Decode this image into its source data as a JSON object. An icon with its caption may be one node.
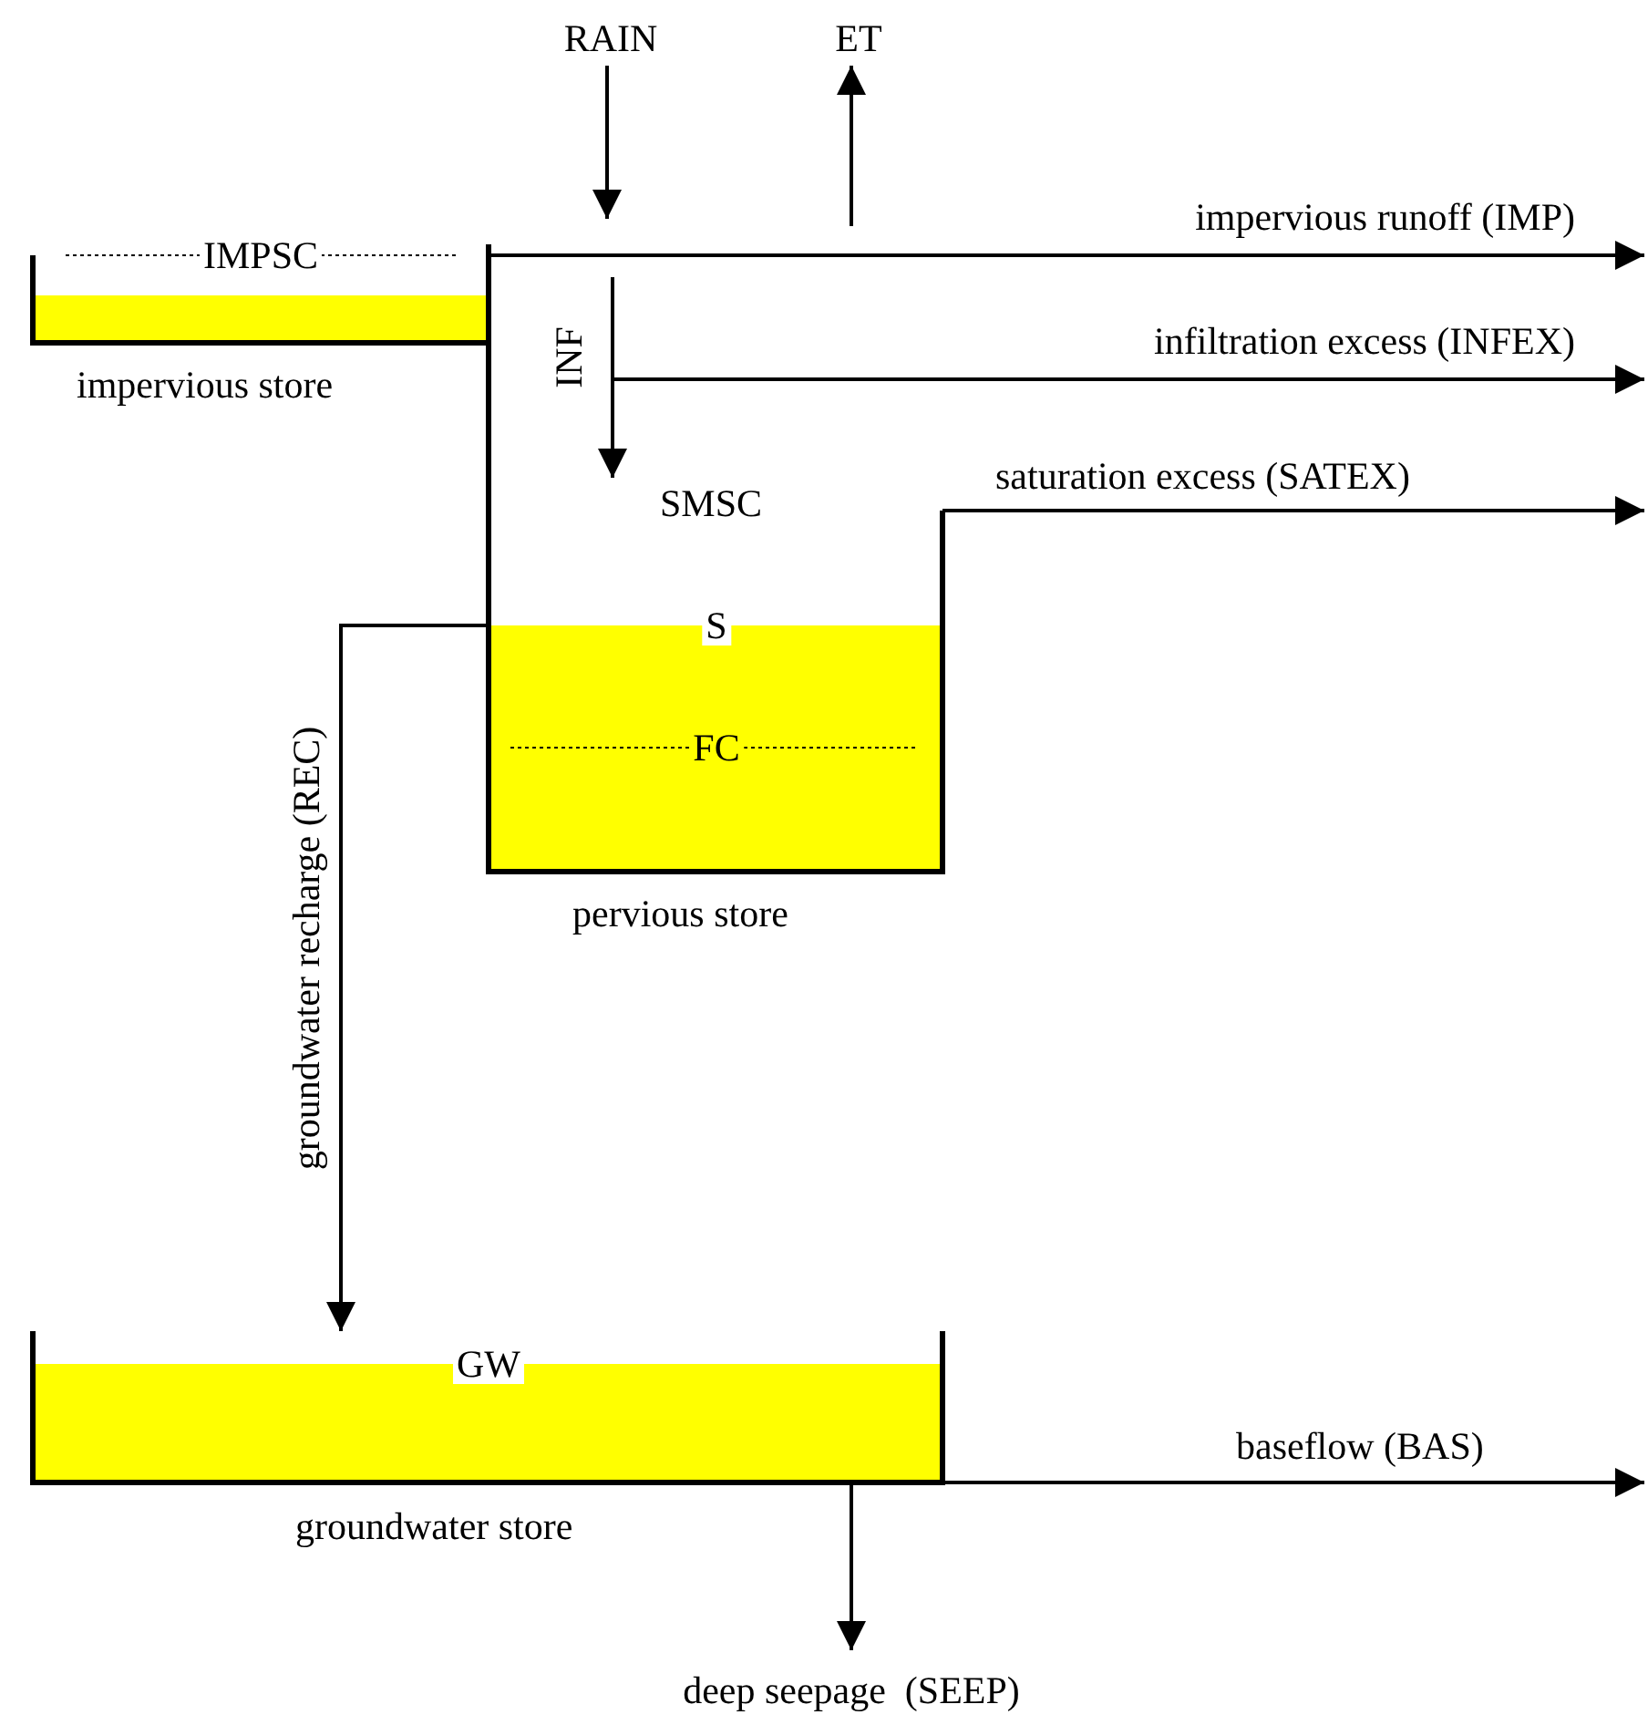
{
  "diagram": {
    "nodes": [
      {
        "text": [
          "RAIN"
        ]
      },
      {
        "text": [
          "ET"
        ]
      },
      {
        "text": [
          "IMPSC"
        ],
        "beside": [
          "impervious store"
        ]
      },
      {
        "text": [
          "SMSC",
          "S",
          "FC"
        ],
        "beside": [
          "pervious store"
        ]
      },
      {
        "text": [
          "GW"
        ],
        "beside": [
          "groundwater store"
        ]
      }
    ],
    "edges": [
      {
        "from": 0,
        "to": null,
        "arrow": "to"
      },
      {
        "from": null,
        "to": 1,
        "arrow": "to"
      },
      {
        "from": 2,
        "to": null,
        "arrow": "to",
        "label": "impervious runoff (IMP)"
      },
      {
        "from": null,
        "to": 3,
        "arrow": "to",
        "label": "INF"
      },
      {
        "from": 3,
        "to": null,
        "arrow": "to",
        "label": "infiltration excess (INFEX)"
      },
      {
        "from": 3,
        "to": null,
        "arrow": "to",
        "label": "saturation excess (SATEX)"
      },
      {
        "from": 3,
        "to": 4,
        "arrow": "to",
        "label": "groundwater recharge (REC)"
      },
      {
        "from": 4,
        "to": null,
        "arrow": "to",
        "label": "baseflow (BAS)"
      },
      {
        "from": 4,
        "to": null,
        "arrow": "to",
        "label": "deep seepage  (SEEP)"
      }
    ]
  }
}
